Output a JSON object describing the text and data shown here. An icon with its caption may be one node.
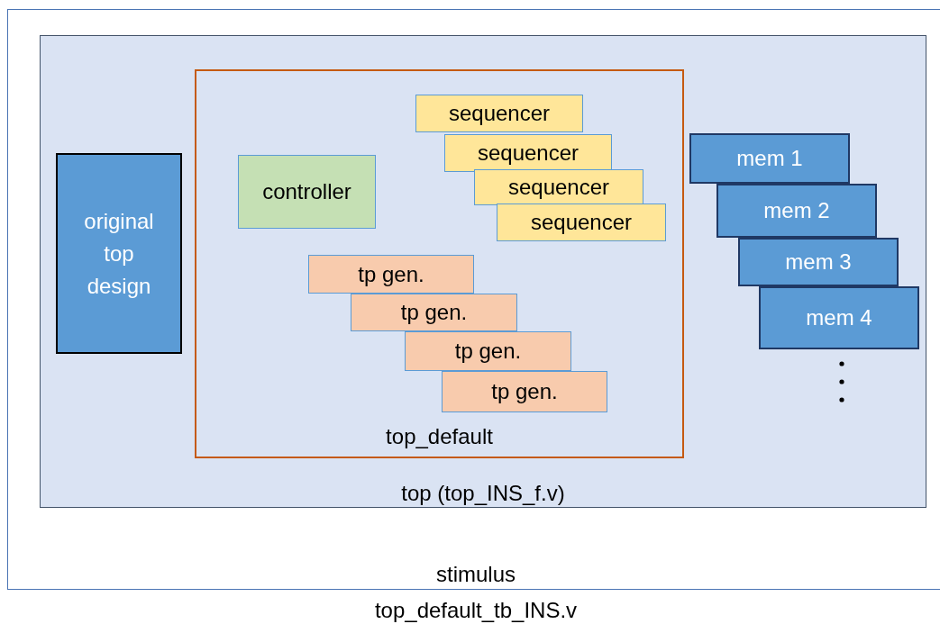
{
  "diagram": {
    "nodes": [
      {
        "text": [
          "stimulus",
          "top_default_tb_INS.v"
        ]
      },
      {
        "text": [
          "top (top_INS_f.v)"
        ],
        "in": 0
      },
      {
        "text": [
          "original top design"
        ],
        "in": 1
      },
      {
        "text": [
          "top_default"
        ],
        "in": 1
      },
      {
        "text": [
          "controller"
        ],
        "in": 3
      },
      {
        "text": [
          "sequencer"
        ],
        "in": 3
      },
      {
        "text": [
          "sequencer"
        ],
        "in": 3
      },
      {
        "text": [
          "sequencer"
        ],
        "in": 3
      },
      {
        "text": [
          "sequencer"
        ],
        "in": 3
      },
      {
        "text": [
          "tp gen."
        ],
        "in": 3
      },
      {
        "text": [
          "tp gen."
        ],
        "in": 3
      },
      {
        "text": [
          "tp gen."
        ],
        "in": 3
      },
      {
        "text": [
          "tp gen."
        ],
        "in": 3
      },
      {
        "text": [
          "mem 1"
        ],
        "in": 1
      },
      {
        "text": [
          "mem 2"
        ],
        "in": 1
      },
      {
        "text": [
          "mem 3"
        ],
        "in": 1
      },
      {
        "text": [
          "mem 4"
        ],
        "in": 1
      }
    ],
    "edges": []
  }
}
